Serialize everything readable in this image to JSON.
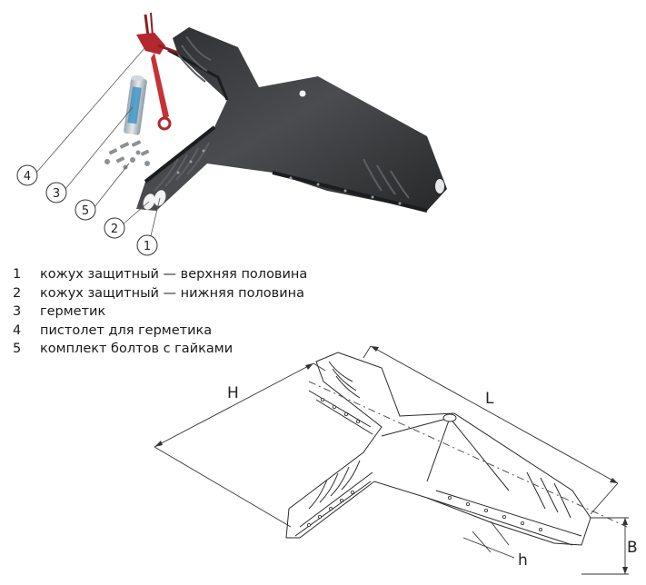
{
  "callouts": [
    "1",
    "2",
    "3",
    "4",
    "5"
  ],
  "legend": [
    {
      "num": "1",
      "text": "кожух защитный — верхняя половина"
    },
    {
      "num": "2",
      "text": "кожух защитный — нижняя половина"
    },
    {
      "num": "3",
      "text": "герметик"
    },
    {
      "num": "4",
      "text": "пистолет для герметика"
    },
    {
      "num": "5",
      "text": "комплект болтов с гайками"
    }
  ],
  "dimensions": {
    "H": "H",
    "L": "L",
    "B": "B",
    "h": "h"
  },
  "colors": {
    "body": "#3b3d3f",
    "gun": "#b3282d",
    "can": "#cfd6dc",
    "line": "#2a2a2a"
  }
}
